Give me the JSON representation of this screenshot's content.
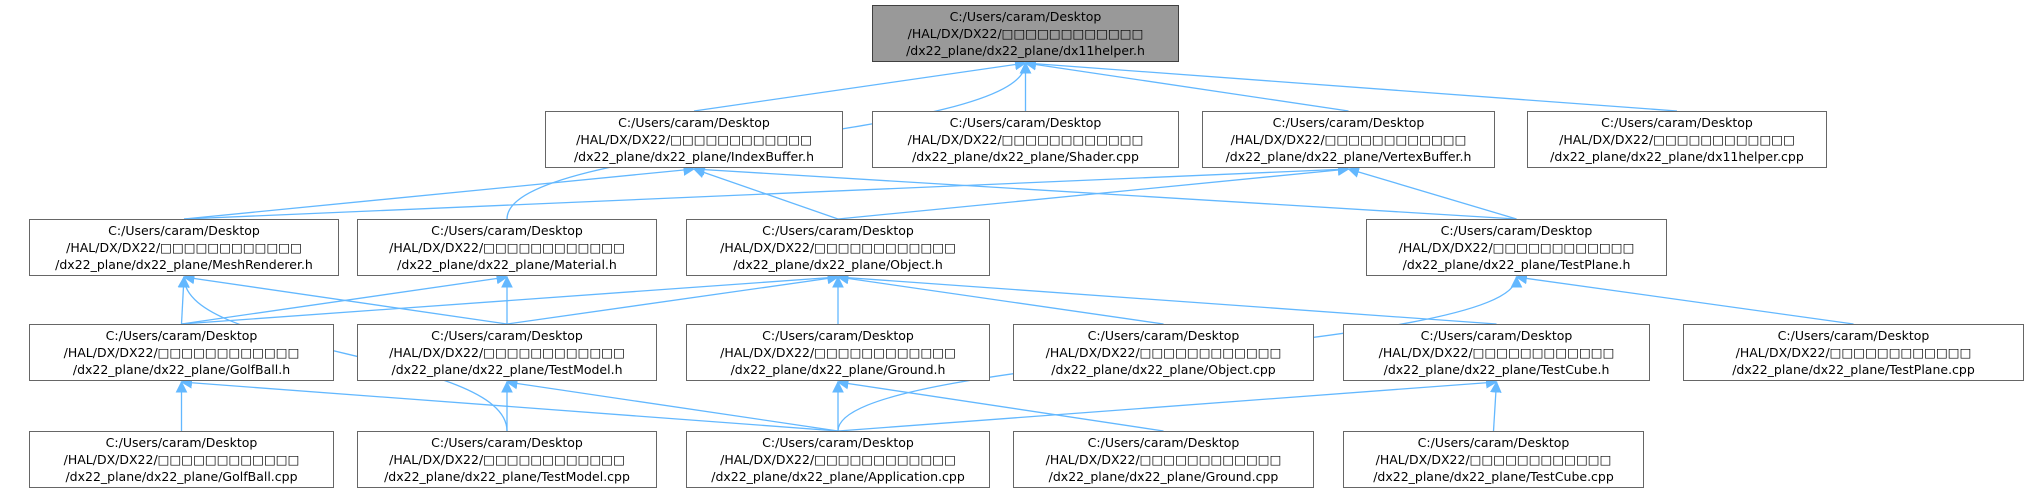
{
  "graph": {
    "title": "dx11helper.h include dependency graph",
    "edge_color": "#63b8ff",
    "root_fill": "#999999",
    "node_border": "#666666",
    "nodes": [
      {
        "id": "dx11helper_h",
        "lines": [
          "C:/Users/caram/Desktop",
          "/HAL/DX/DX22/□□□□□□□□□□□□",
          "/dx22_plane/dx22_plane/dx11helper.h"
        ],
        "root": true
      },
      {
        "id": "IndexBuffer_h",
        "lines": [
          "C:/Users/caram/Desktop",
          "/HAL/DX/DX22/□□□□□□□□□□□□",
          "/dx22_plane/dx22_plane/IndexBuffer.h"
        ]
      },
      {
        "id": "Shader_cpp",
        "lines": [
          "C:/Users/caram/Desktop",
          "/HAL/DX/DX22/□□□□□□□□□□□□",
          "/dx22_plane/dx22_plane/Shader.cpp"
        ]
      },
      {
        "id": "VertexBuffer_h",
        "lines": [
          "C:/Users/caram/Desktop",
          "/HAL/DX/DX22/□□□□□□□□□□□□",
          "/dx22_plane/dx22_plane/VertexBuffer.h"
        ]
      },
      {
        "id": "dx11helper_cpp",
        "lines": [
          "C:/Users/caram/Desktop",
          "/HAL/DX/DX22/□□□□□□□□□□□□",
          "/dx22_plane/dx22_plane/dx11helper.cpp"
        ]
      },
      {
        "id": "MeshRenderer_h",
        "lines": [
          "C:/Users/caram/Desktop",
          "/HAL/DX/DX22/□□□□□□□□□□□□",
          "/dx22_plane/dx22_plane/MeshRenderer.h"
        ]
      },
      {
        "id": "Material_h",
        "lines": [
          "C:/Users/caram/Desktop",
          "/HAL/DX/DX22/□□□□□□□□□□□□",
          "/dx22_plane/dx22_plane/Material.h"
        ]
      },
      {
        "id": "Object_h",
        "lines": [
          "C:/Users/caram/Desktop",
          "/HAL/DX/DX22/□□□□□□□□□□□□",
          "/dx22_plane/dx22_plane/Object.h"
        ]
      },
      {
        "id": "TestPlane_h",
        "lines": [
          "C:/Users/caram/Desktop",
          "/HAL/DX/DX22/□□□□□□□□□□□□",
          "/dx22_plane/dx22_plane/TestPlane.h"
        ]
      },
      {
        "id": "GolfBall_h",
        "lines": [
          "C:/Users/caram/Desktop",
          "/HAL/DX/DX22/□□□□□□□□□□□□",
          "/dx22_plane/dx22_plane/GolfBall.h"
        ]
      },
      {
        "id": "TestModel_h",
        "lines": [
          "C:/Users/caram/Desktop",
          "/HAL/DX/DX22/□□□□□□□□□□□□",
          "/dx22_plane/dx22_plane/TestModel.h"
        ]
      },
      {
        "id": "Ground_h",
        "lines": [
          "C:/Users/caram/Desktop",
          "/HAL/DX/DX22/□□□□□□□□□□□□",
          "/dx22_plane/dx22_plane/Ground.h"
        ]
      },
      {
        "id": "Object_cpp",
        "lines": [
          "C:/Users/caram/Desktop",
          "/HAL/DX/DX22/□□□□□□□□□□□□",
          "/dx22_plane/dx22_plane/Object.cpp"
        ]
      },
      {
        "id": "TestCube_h",
        "lines": [
          "C:/Users/caram/Desktop",
          "/HAL/DX/DX22/□□□□□□□□□□□□",
          "/dx22_plane/dx22_plane/TestCube.h"
        ]
      },
      {
        "id": "TestPlane_cpp",
        "lines": [
          "C:/Users/caram/Desktop",
          "/HAL/DX/DX22/□□□□□□□□□□□□",
          "/dx22_plane/dx22_plane/TestPlane.cpp"
        ]
      },
      {
        "id": "GolfBall_cpp",
        "lines": [
          "C:/Users/caram/Desktop",
          "/HAL/DX/DX22/□□□□□□□□□□□□",
          "/dx22_plane/dx22_plane/GolfBall.cpp"
        ]
      },
      {
        "id": "TestModel_cpp",
        "lines": [
          "C:/Users/caram/Desktop",
          "/HAL/DX/DX22/□□□□□□□□□□□□",
          "/dx22_plane/dx22_plane/TestModel.cpp"
        ]
      },
      {
        "id": "Application_cpp",
        "lines": [
          "C:/Users/caram/Desktop",
          "/HAL/DX/DX22/□□□□□□□□□□□□",
          "/dx22_plane/dx22_plane/Application.cpp"
        ]
      },
      {
        "id": "Ground_cpp",
        "lines": [
          "C:/Users/caram/Desktop",
          "/HAL/DX/DX22/□□□□□□□□□□□□",
          "/dx22_plane/dx22_plane/Ground.cpp"
        ]
      },
      {
        "id": "TestCube_cpp",
        "lines": [
          "C:/Users/caram/Desktop",
          "/HAL/DX/DX22/□□□□□□□□□□□□",
          "/dx22_plane/dx22_plane/TestCube.cpp"
        ]
      }
    ],
    "edges": [
      {
        "from": "IndexBuffer_h",
        "to": "dx11helper_h"
      },
      {
        "from": "Shader_cpp",
        "to": "dx11helper_h"
      },
      {
        "from": "VertexBuffer_h",
        "to": "dx11helper_h"
      },
      {
        "from": "dx11helper_cpp",
        "to": "dx11helper_h"
      },
      {
        "from": "Material_h",
        "to": "dx11helper_h"
      },
      {
        "from": "MeshRenderer_h",
        "to": "IndexBuffer_h"
      },
      {
        "from": "Object_h",
        "to": "IndexBuffer_h"
      },
      {
        "from": "TestPlane_h",
        "to": "IndexBuffer_h"
      },
      {
        "from": "MeshRenderer_h",
        "to": "VertexBuffer_h"
      },
      {
        "from": "Object_h",
        "to": "VertexBuffer_h"
      },
      {
        "from": "TestPlane_h",
        "to": "VertexBuffer_h"
      },
      {
        "from": "GolfBall_h",
        "to": "MeshRenderer_h"
      },
      {
        "from": "TestModel_h",
        "to": "MeshRenderer_h"
      },
      {
        "from": "TestModel_cpp",
        "to": "MeshRenderer_h"
      },
      {
        "from": "GolfBall_h",
        "to": "Material_h"
      },
      {
        "from": "TestModel_h",
        "to": "Material_h"
      },
      {
        "from": "GolfBall_h",
        "to": "Object_h"
      },
      {
        "from": "TestModel_h",
        "to": "Object_h"
      },
      {
        "from": "Ground_h",
        "to": "Object_h"
      },
      {
        "from": "Object_cpp",
        "to": "Object_h"
      },
      {
        "from": "TestCube_h",
        "to": "Object_h"
      },
      {
        "from": "TestPlane_cpp",
        "to": "TestPlane_h"
      },
      {
        "from": "Application_cpp",
        "to": "TestPlane_h"
      },
      {
        "from": "GolfBall_cpp",
        "to": "GolfBall_h"
      },
      {
        "from": "Application_cpp",
        "to": "GolfBall_h"
      },
      {
        "from": "TestModel_cpp",
        "to": "TestModel_h"
      },
      {
        "from": "Application_cpp",
        "to": "TestModel_h"
      },
      {
        "from": "Application_cpp",
        "to": "Ground_h"
      },
      {
        "from": "Ground_cpp",
        "to": "Ground_h"
      },
      {
        "from": "Application_cpp",
        "to": "TestCube_h"
      },
      {
        "from": "TestCube_cpp",
        "to": "TestCube_h"
      }
    ]
  }
}
